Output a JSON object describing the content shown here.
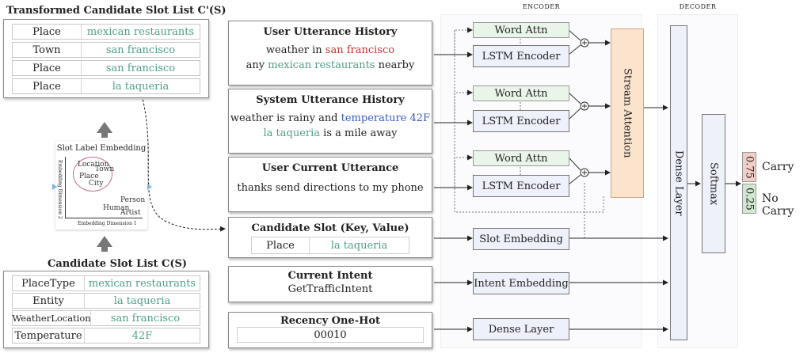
{
  "transformed": {
    "title": "Transformed Candidate Slot List C'(S)",
    "rows": [
      {
        "key": "Place",
        "value": "mexican restaurants"
      },
      {
        "key": "Town",
        "value": "san francisco"
      },
      {
        "key": "Place",
        "value": "san francisco"
      },
      {
        "key": "Place",
        "value": "la taqueria"
      }
    ]
  },
  "embedding": {
    "title": "Slot Label Embedding",
    "labels": [
      "Location",
      "Town",
      "Place",
      "City",
      "Person",
      "Human",
      "Artist"
    ],
    "xaxis": "Embedding Dimension 1",
    "yaxis": "Embedding Dimension 2"
  },
  "candidate": {
    "title": "Candidate Slot List C(S)",
    "rows": [
      {
        "key": "PlaceType",
        "value": "mexican restaurants"
      },
      {
        "key": "Entity",
        "value": "la taqueria"
      },
      {
        "key": "WeatherLocation",
        "value": "san francisco"
      },
      {
        "key": "Temperature",
        "value": "42F"
      }
    ]
  },
  "inputs": {
    "user_history": {
      "title": "User Utterance History",
      "line1_a": "weather in ",
      "line1_b": "san francisco",
      "line2_a": "any ",
      "line2_b": "mexican restaurants",
      "line2_c": " nearby"
    },
    "system_history": {
      "title": "System Utterance History",
      "line1_a": "weather is rainy and ",
      "line1_b": "temperature 42F",
      "line2_a": "la taqueria",
      "line2_b": " is a mile away"
    },
    "user_current": {
      "title": "User Current Utterance",
      "line1": "thanks send directions to my phone"
    },
    "candidate_slot": {
      "title": "Candidate Slot (Key, Value)",
      "key": "Place",
      "value": "la taqueria"
    },
    "intent": {
      "title": "Current Intent",
      "value": "GetTrafficIntent"
    },
    "recency": {
      "title": "Recency One-Hot",
      "value": "00010"
    }
  },
  "encoder": {
    "label": "ENCODER",
    "word_attn": "Word Attn",
    "lstm": "LSTM Encoder",
    "stream_attention": "Stream Attention",
    "slot_embedding": "Slot Embedding",
    "intent_embedding": "Intent Embedding",
    "dense_layer": "Dense Layer"
  },
  "decoder": {
    "label": "DECODER",
    "dense_layer": "Dense Layer",
    "softmax": "Softmax"
  },
  "output": {
    "carry_prob": "0.75",
    "carry_label": "Carry",
    "nocarry_prob": "0.25",
    "nocarry_label": "No Carry"
  },
  "colors": {
    "teal": "#4f9f8a",
    "red": "#c0392b",
    "blue": "#3b5bbf",
    "carry": "#f2cfc6",
    "nocarry": "#cfe8cf",
    "stream": "#fbe3cc"
  }
}
